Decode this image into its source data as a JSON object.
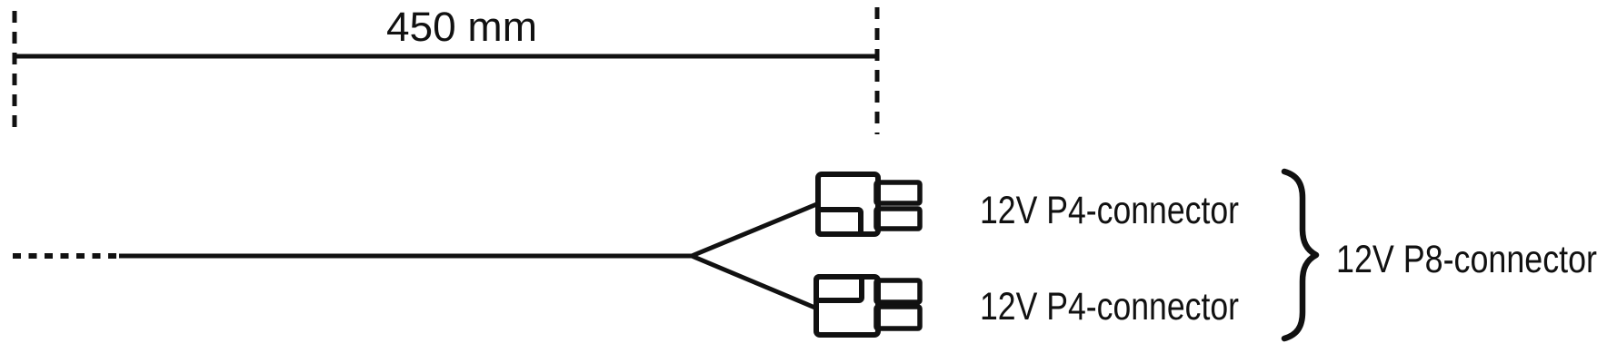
{
  "diagram": {
    "dimension": {
      "label": "450 mm"
    },
    "connectors": [
      {
        "label": "12V P4-connector"
      },
      {
        "label": "12V P4-connector"
      }
    ],
    "group": {
      "label": "12V P8-connector"
    },
    "colors": {
      "line": "#111111",
      "background": "#ffffff"
    }
  }
}
